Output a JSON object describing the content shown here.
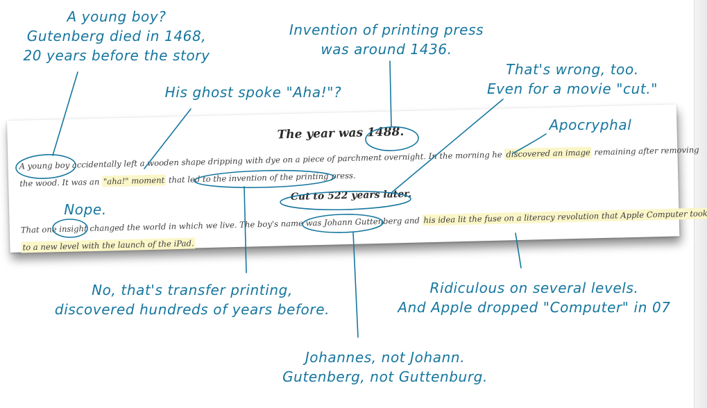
{
  "clipping": {
    "heading": "The year was 1488.",
    "para1_a": "A young boy accidentally left a wooden shape dripping with dye on a piece of parchment overnight. In the morning he ",
    "para1_hl": "discovered an image",
    "para1_b": " remaining after removing",
    "para2_a": "the wood. It was an ",
    "para2_hl": "\"aha!\" moment",
    "para2_b": " that led to the invention of the printing press.",
    "subheading": "Cut to 522 years later.",
    "para3_a": "That one insight changed the world in which we live. The boy's name was Johann Guttenberg and ",
    "para3_hl": "his idea lit the fuse on a literacy revolution that Apple Computer took",
    "para4_hl": "to a new level with the launch of the iPad."
  },
  "notes": {
    "young_boy": [
      "A young boy?",
      "Gutenberg died in 1468,",
      "20 years before the story"
    ],
    "invention": [
      "Invention of printing press",
      "was around 1436."
    ],
    "ghost": [
      "His ghost spoke \"Aha!\"?"
    ],
    "wrong": [
      "That's wrong, too.",
      "Even for a movie \"cut.\""
    ],
    "apocryphal": [
      "Apocryphal"
    ],
    "nope": [
      "Nope."
    ],
    "transfer": [
      "No, that's transfer printing,",
      "discovered hundreds of years before."
    ],
    "ridiculous": [
      "Ridiculous on several levels.",
      "And Apple dropped \"Computer\" in 07"
    ],
    "johannes": [
      "Johannes, not Johann.",
      "Gutenberg, not Guttenburg."
    ]
  },
  "colors": {
    "ink": "#15769e",
    "highlight": "#fbf6c8"
  }
}
